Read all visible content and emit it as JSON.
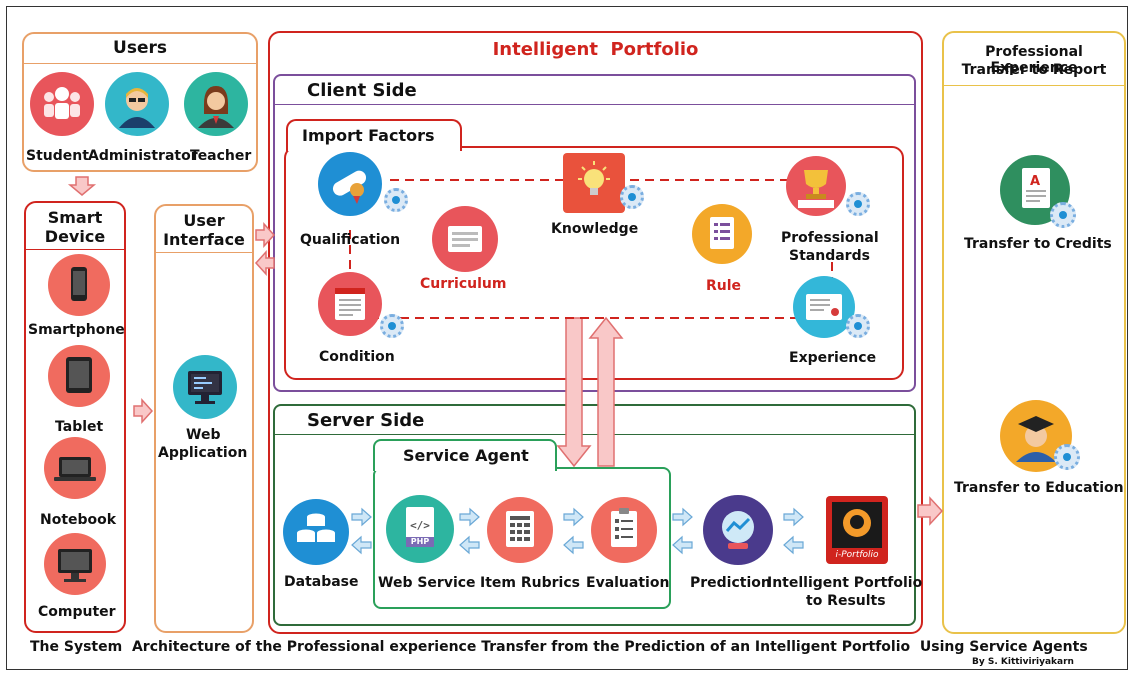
{
  "users": {
    "title": "Users",
    "student": "Student",
    "administrator": "Administrator",
    "teacher": "Teacher"
  },
  "smart_device": {
    "title_line1": "Smart",
    "title_line2": "Device",
    "smartphone": "Smartphone",
    "tablet": "Tablet",
    "notebook": "Notebook",
    "computer": "Computer"
  },
  "user_interface": {
    "title_line1": "User",
    "title_line2": "Interface",
    "web_line1": "Web",
    "web_line2": "Application"
  },
  "portfolio": {
    "title": "Intelligent  Portfolio"
  },
  "client": {
    "title": "Client Side",
    "import_title": "Import Factors",
    "qualification": "Qualification",
    "curriculum": "Curriculum",
    "knowledge": "Knowledge",
    "rule": "Rule",
    "professional_line1": "Professional",
    "professional_line2": "Standards",
    "condition": "Condition",
    "experience": "Experience"
  },
  "server": {
    "title": "Server Side",
    "service_agent": "Service Agent",
    "database": "Database",
    "web_service": "Web Service",
    "item_rubrics": "Item Rubrics",
    "evaluation": "Evaluation",
    "prediction": "Prediction",
    "results_line1": "Intelligent Portfolio",
    "results_line2": "to Results",
    "php": "PHP",
    "iportfolio": "i-Portfolio"
  },
  "transfer": {
    "title_line1": "Professional Experience",
    "title_line2": "Transfer to Report",
    "credits": "Transfer to Credits",
    "education": "Transfer to Education"
  },
  "caption": "The System  Architecture of the Professional experience Transfer from the Prediction of an Intelligent Portfolio  Using Service Agents",
  "author": "By S. Kittiviriyakarn",
  "colors": {
    "orange": "#e8a068",
    "red": "#d0241e",
    "purple": "#7b4f9c",
    "green": "#2f6b3a",
    "yellow": "#e9c24a",
    "salmon": "#f06b5f",
    "teal": "#33b7a8",
    "blue": "#1f8fd4",
    "arrow_fill": "#f9c8c8",
    "arrow_stroke": "#e07070",
    "light_blue": "#cfe7f7"
  }
}
